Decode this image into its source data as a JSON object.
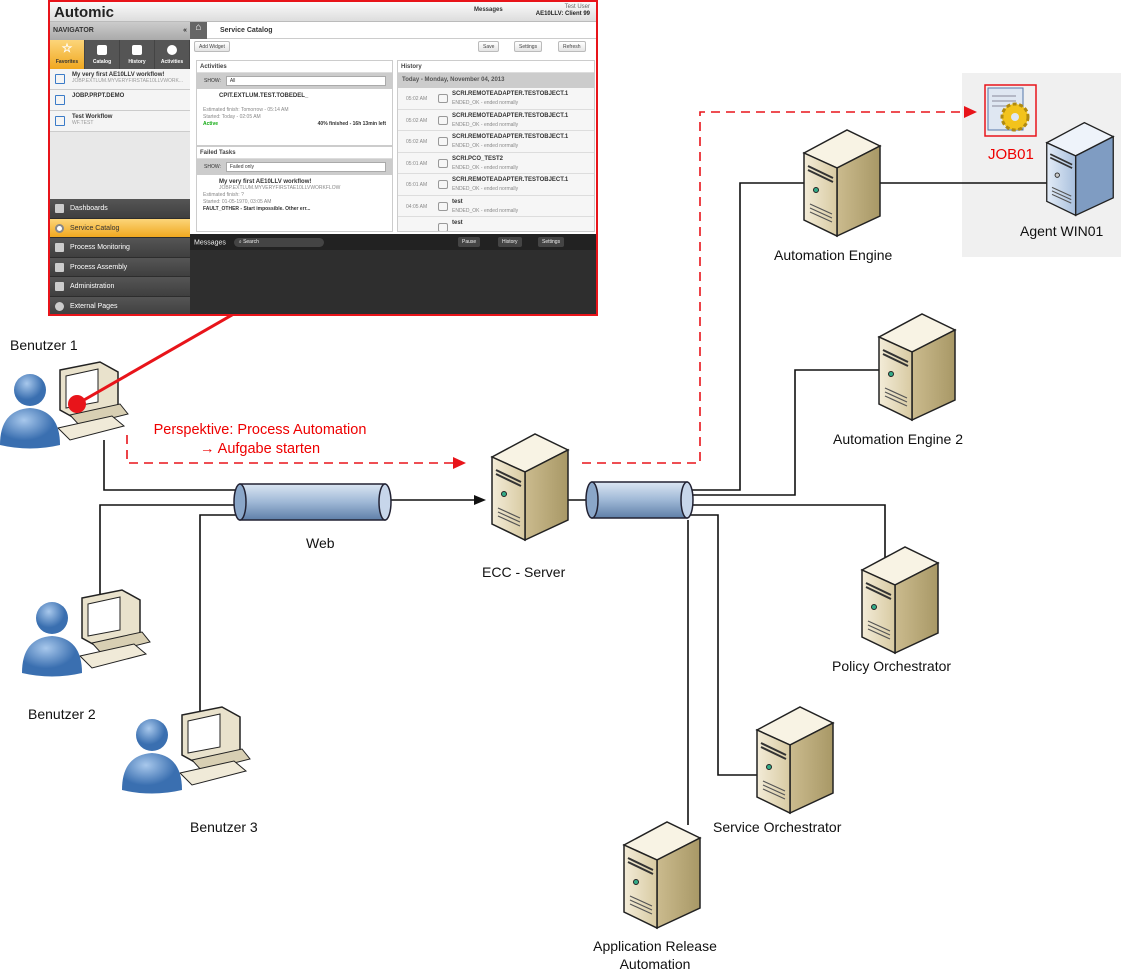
{
  "screenshot": {
    "brand": "Automic",
    "messages_label": "Messages",
    "user_name": "Test User",
    "user_client": "AE10LLV: Client 99",
    "navigator": {
      "title": "NAVIGATOR",
      "collapse": "«",
      "tabs": [
        {
          "label": "Favorites",
          "icon": "star-icon"
        },
        {
          "label": "Catalog",
          "icon": "catalog-icon"
        },
        {
          "label": "History",
          "icon": "history-icon"
        },
        {
          "label": "Activities",
          "icon": "clock-icon"
        }
      ],
      "favorites": [
        {
          "title": "My very first AE10LLV workflow!",
          "sub": "JOBP.EXTLUM.MYVERYFIRSTAE10LLVWORK..."
        },
        {
          "title": "JOBP.PRPT.DEMO",
          "sub": ""
        },
        {
          "title": "Test Workflow",
          "sub": "WF.TEST"
        }
      ],
      "menu": [
        {
          "label": "Dashboards"
        },
        {
          "label": "Service Catalog",
          "active": true
        },
        {
          "label": "Process Monitoring"
        },
        {
          "label": "Process Assembly"
        },
        {
          "label": "Administration"
        },
        {
          "label": "External Pages"
        }
      ]
    },
    "main": {
      "title": "Service Catalog",
      "add_widget": "Add Widget",
      "save": "Save",
      "settings": "Settings",
      "refresh": "Refresh",
      "activities": {
        "title": "Activities",
        "show_label": "SHOW:",
        "show_value": "All",
        "item": {
          "name": "CPIT.EXTLUM.TEST.TOBEDEL_",
          "est": "Estimated finish: Tomorrow - 05:14 AM",
          "started": "Started: Today - 02:05 AM",
          "status": "Active",
          "progress": "40% finished - 16h 13min left"
        }
      },
      "failed": {
        "title": "Failed Tasks",
        "show_label": "SHOW:",
        "show_value": "Failed only",
        "item": {
          "name": "My very first AE10LLV workflow!",
          "sub": "JOBP.EXTLUM.MYVERYFIRSTAE10LLVWORKFLOW",
          "est": "Estimated finish: ?",
          "started": "Started: 01-05-1970, 03:05 AM",
          "status": "FAULT_OTHER - Start impossible. Other err..."
        }
      },
      "history": {
        "title": "History",
        "date": "Today - Monday, November 04, 2013",
        "rows": [
          {
            "time": "05:02 AM",
            "name": "SCRI.REMOTEADAPTER.TESTOBJECT.1",
            "status": "ENDED_OK - ended normally"
          },
          {
            "time": "05:02 AM",
            "name": "SCRI.REMOTEADAPTER.TESTOBJECT.1",
            "status": "ENDED_OK - ended normally"
          },
          {
            "time": "05:02 AM",
            "name": "SCRI.REMOTEADAPTER.TESTOBJECT.1",
            "status": "ENDED_OK - ended normally"
          },
          {
            "time": "05:01 AM",
            "name": "SCRI.PCO_TEST2",
            "status": "ENDED_OK - ended normally"
          },
          {
            "time": "05:01 AM",
            "name": "SCRI.REMOTEADAPTER.TESTOBJECT.1",
            "status": "ENDED_OK - ended normally"
          },
          {
            "time": "04:05 AM",
            "name": "test",
            "status": "ENDED_OK - ended normally"
          },
          {
            "time": "",
            "name": "test",
            "status": ""
          }
        ]
      }
    },
    "messages": {
      "title": "Messages",
      "search_placeholder": "Search",
      "pause": "Pause",
      "history": "History",
      "settings": "Settings"
    }
  },
  "diagram": {
    "users": [
      "Benutzer 1",
      "Benutzer 2",
      "Benutzer 3"
    ],
    "annotation_line1": "Perspektive: Process Automation",
    "annotation_line2": "→ Aufgabe starten",
    "network": "Web",
    "ecc": "ECC - Server",
    "servers": [
      "Automation Engine",
      "Automation Engine 2",
      "Policy Orchestrator",
      "Service Orchestrator",
      "Application Release Automation"
    ],
    "agent": "Agent WIN01",
    "job": "JOB01",
    "highlight_color": "#e8141a"
  }
}
